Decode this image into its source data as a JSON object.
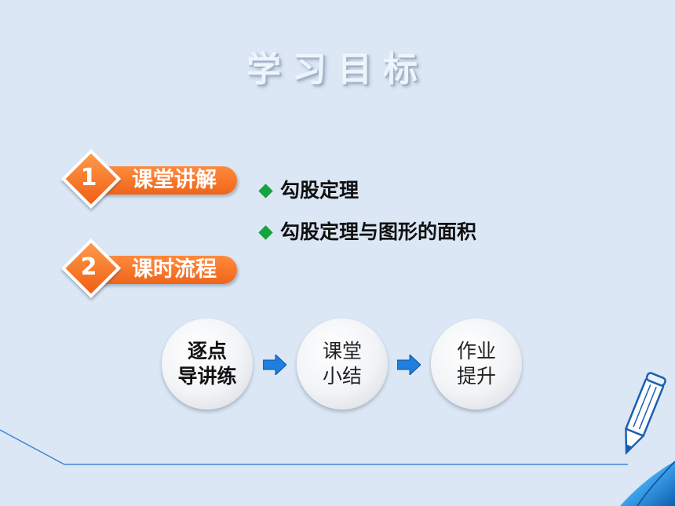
{
  "title": "学习目标",
  "sections": [
    {
      "number": "1",
      "label": "课堂讲解"
    },
    {
      "number": "2",
      "label": "课时流程"
    }
  ],
  "topics": [
    "勾股定理",
    "勾股定理与图形的面积"
  ],
  "flow": [
    {
      "line1": "逐点",
      "line2": "导讲练"
    },
    {
      "line1": "课堂",
      "line2": "小结"
    },
    {
      "line1": "作业",
      "line2": "提升"
    }
  ],
  "colors": {
    "background": "#dbe7f4",
    "accent_orange": "#f0651a",
    "bullet_green": "#14a33c",
    "arrow_blue": "#1f7fe0"
  },
  "icons": [
    "diamond-bullet-icon",
    "right-arrow-icon",
    "pencil-icon",
    "page-curl-icon"
  ]
}
